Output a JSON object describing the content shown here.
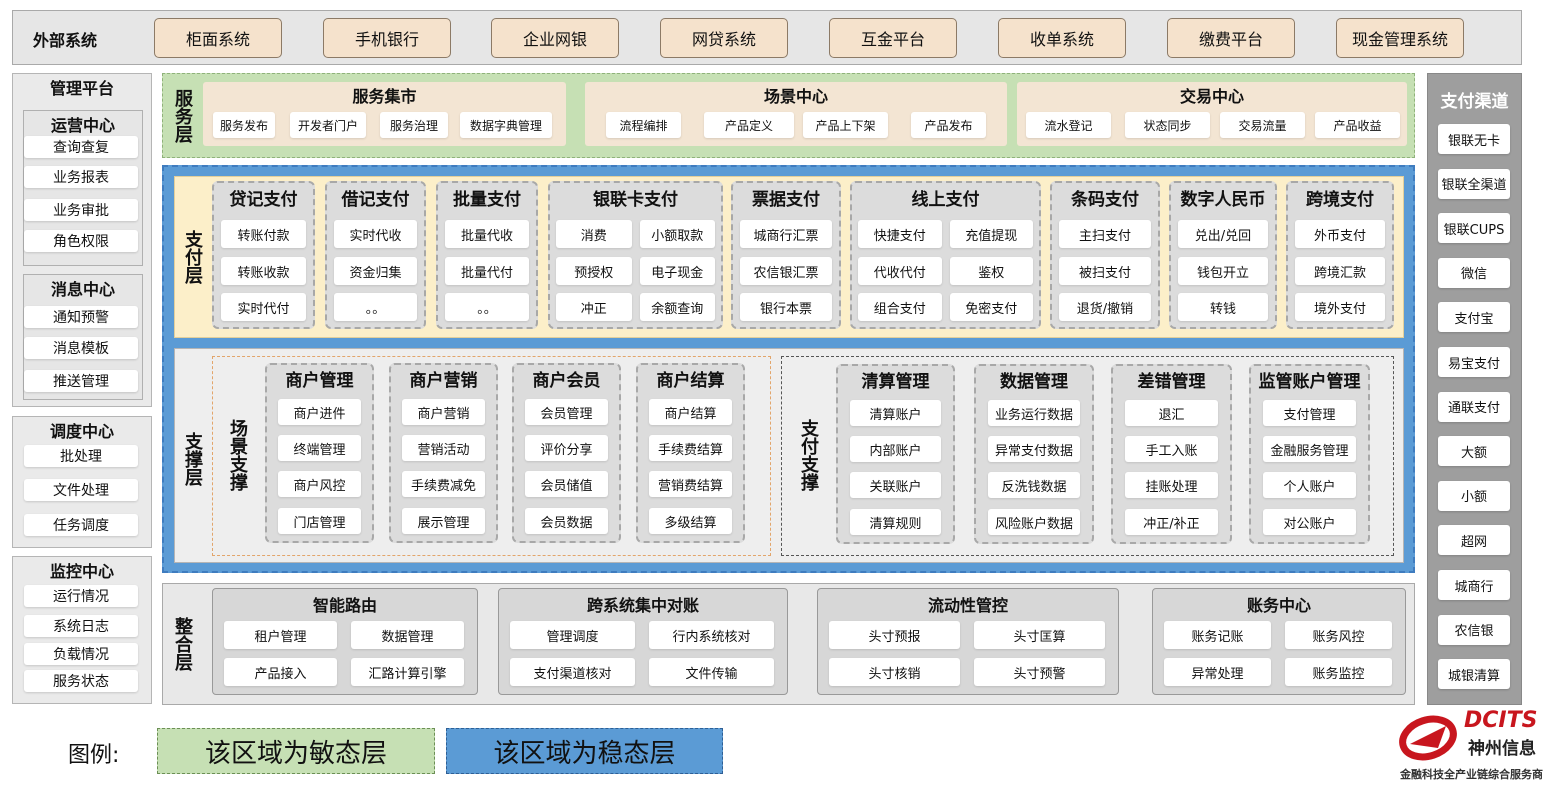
{
  "external": {
    "title": "外部系统",
    "items": [
      "柜面系统",
      "手机银行",
      "企业网银",
      "网贷系统",
      "互金平台",
      "收单系统",
      "缴费平台",
      "现金管理系统"
    ]
  },
  "left": {
    "mgmt_title": "管理平台",
    "ops": {
      "title": "运营中心",
      "items": [
        "查询查复",
        "业务报表",
        "业务审批",
        "角色权限"
      ]
    },
    "msg": {
      "title": "消息中心",
      "items": [
        "通知预警",
        "消息模板",
        "推送管理"
      ]
    },
    "sched": {
      "title": "调度中心",
      "items": [
        "批处理",
        "文件处理",
        "任务调度"
      ]
    },
    "monitor": {
      "title": "监控中心",
      "items": [
        "运行情况",
        "系统日志",
        "负载情况",
        "服务状态"
      ]
    }
  },
  "service": {
    "label": "服务层",
    "market": {
      "title": "服务集市",
      "items": [
        "服务发布",
        "开发者门户",
        "服务治理",
        "数据字典管理"
      ]
    },
    "scene": {
      "title": "场景中心",
      "items": [
        "流程编排",
        "产品定义",
        "产品上下架",
        "产品发布"
      ]
    },
    "trade": {
      "title": "交易中心",
      "items": [
        "流水登记",
        "状态同步",
        "交易流量",
        "产品收益"
      ]
    }
  },
  "payment": {
    "label": "支付层",
    "groups": [
      {
        "title": "贷记支付",
        "items": [
          "转账付款",
          "转账收款",
          "实时代付"
        ]
      },
      {
        "title": "借记支付",
        "items": [
          "实时代收",
          "资金归集",
          "。。"
        ]
      },
      {
        "title": "批量支付",
        "items": [
          "批量代收",
          "批量代付",
          "。。"
        ]
      },
      {
        "title": "银联卡支付",
        "items": [
          "消费",
          "小额取款",
          "预授权",
          "电子现金",
          "冲正",
          "余额查询"
        ]
      },
      {
        "title": "票据支付",
        "items": [
          "城商行汇票",
          "农信银汇票",
          "银行本票"
        ]
      },
      {
        "title": "线上支付",
        "items": [
          "快捷支付",
          "充值提现",
          "代收代付",
          "鉴权",
          "组合支付",
          "免密支付"
        ]
      },
      {
        "title": "条码支付",
        "items": [
          "主扫支付",
          "被扫支付",
          "退货/撤销"
        ]
      },
      {
        "title": "数字人民币",
        "items": [
          "兑出/兑回",
          "钱包开立",
          "转钱"
        ]
      },
      {
        "title": "跨境支付",
        "items": [
          "外币支付",
          "跨境汇款",
          "境外支付"
        ]
      }
    ]
  },
  "support": {
    "label": "支撑层",
    "scene_label": "场景支撑",
    "pay_label": "支付支撑",
    "scene_groups": [
      {
        "title": "商户管理",
        "items": [
          "商户进件",
          "终端管理",
          "商户风控",
          "门店管理"
        ]
      },
      {
        "title": "商户营销",
        "items": [
          "商户营销",
          "营销活动",
          "手续费减免",
          "展示管理"
        ]
      },
      {
        "title": "商户会员",
        "items": [
          "会员管理",
          "评价分享",
          "会员储值",
          "会员数据"
        ]
      },
      {
        "title": "商户结算",
        "items": [
          "商户结算",
          "手续费结算",
          "营销费结算",
          "多级结算"
        ]
      }
    ],
    "pay_groups": [
      {
        "title": "清算管理",
        "items": [
          "清算账户",
          "内部账户",
          "关联账户",
          "清算规则"
        ]
      },
      {
        "title": "数据管理",
        "items": [
          "业务运行数据",
          "异常支付数据",
          "反洗钱数据",
          "风险账户数据"
        ]
      },
      {
        "title": "差错管理",
        "items": [
          "退汇",
          "手工入账",
          "挂账处理",
          "冲正/补正"
        ]
      },
      {
        "title": "监管账户管理",
        "items": [
          "支付管理",
          "金融服务管理",
          "个人账户",
          "对公账户"
        ]
      }
    ]
  },
  "integration": {
    "label": "整合层",
    "groups": [
      {
        "title": "智能路由",
        "items": [
          "租户管理",
          "数据管理",
          "产品接入",
          "汇路计算引擎"
        ]
      },
      {
        "title": "跨系统集中对账",
        "items": [
          "管理调度",
          "行内系统核对",
          "支付渠道核对",
          "文件传输"
        ]
      },
      {
        "title": "流动性管控",
        "items": [
          "头寸预报",
          "头寸匡算",
          "头寸核销",
          "头寸预警"
        ]
      },
      {
        "title": "账务中心",
        "items": [
          "账务记账",
          "账务风控",
          "异常处理",
          "账务监控"
        ]
      }
    ]
  },
  "channels": {
    "title": "支付渠道",
    "items": [
      "银联无卡",
      "银联全渠道",
      "银联CUPS",
      "微信",
      "支付宝",
      "易宝支付",
      "通联支付",
      "大额",
      "小额",
      "超网",
      "城商行",
      "农信银",
      "城银清算"
    ]
  },
  "legend": {
    "label": "图例:",
    "agile": "该区域为敏态层",
    "stable": "该区域为稳态层"
  },
  "logo": {
    "brand": "DCITS",
    "name": "神州信息",
    "slogan": "金融科技全产业链综合服务商"
  },
  "colors": {
    "agile": "#c6e0b4",
    "stable": "#5b9bd5",
    "payment_bg": "#fcefc9",
    "external_item": "#f5e2cc",
    "logo_red": "#c8161e"
  }
}
